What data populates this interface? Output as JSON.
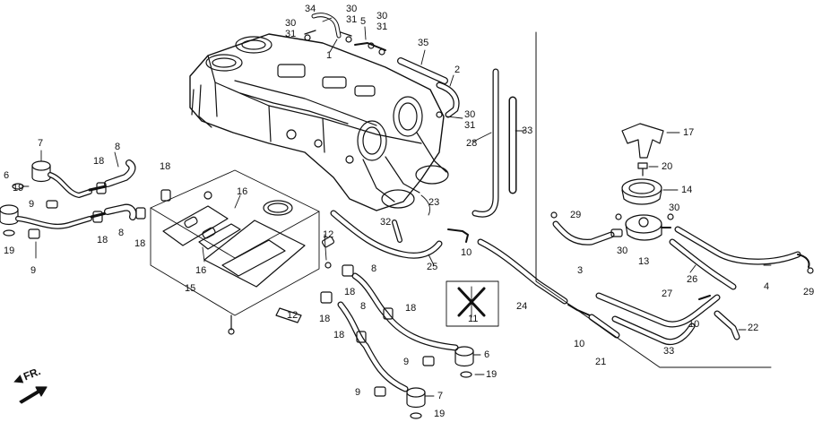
{
  "diagram": {
    "direction_label": "FR.",
    "ink_color": "#111111",
    "labels": [
      {
        "id": "l34",
        "text": "34"
      },
      {
        "id": "l30a",
        "text": "30"
      },
      {
        "id": "l31a",
        "text": "31"
      },
      {
        "id": "l30b",
        "text": "30"
      },
      {
        "id": "l31b",
        "text": "31"
      },
      {
        "id": "l5",
        "text": "5"
      },
      {
        "id": "l30c",
        "text": "30"
      },
      {
        "id": "l31c",
        "text": "31"
      },
      {
        "id": "l1",
        "text": "1"
      },
      {
        "id": "l35",
        "text": "35"
      },
      {
        "id": "l2",
        "text": "2"
      },
      {
        "id": "l30d",
        "text": "30"
      },
      {
        "id": "l31d",
        "text": "31"
      },
      {
        "id": "l28",
        "text": "28"
      },
      {
        "id": "l33a",
        "text": "33"
      },
      {
        "id": "l7a",
        "text": "7"
      },
      {
        "id": "l8a",
        "text": "8"
      },
      {
        "id": "l18a",
        "text": "18"
      },
      {
        "id": "l18b",
        "text": "18"
      },
      {
        "id": "l6a",
        "text": "6"
      },
      {
        "id": "l19a",
        "text": "19"
      },
      {
        "id": "l9a",
        "text": "9"
      },
      {
        "id": "l18c",
        "text": "18"
      },
      {
        "id": "l8b",
        "text": "8"
      },
      {
        "id": "l18d",
        "text": "18"
      },
      {
        "id": "l19b",
        "text": "19"
      },
      {
        "id": "l9b",
        "text": "9"
      },
      {
        "id": "l16a",
        "text": "16"
      },
      {
        "id": "l16b",
        "text": "16"
      },
      {
        "id": "l15",
        "text": "15"
      },
      {
        "id": "l12a",
        "text": "12"
      },
      {
        "id": "l12b",
        "text": "12"
      },
      {
        "id": "l23",
        "text": "23"
      },
      {
        "id": "l32",
        "text": "32"
      },
      {
        "id": "l25",
        "text": "25"
      },
      {
        "id": "l10a",
        "text": "10"
      },
      {
        "id": "l8c",
        "text": "8"
      },
      {
        "id": "l18e",
        "text": "18"
      },
      {
        "id": "l8d",
        "text": "8"
      },
      {
        "id": "l18f",
        "text": "18"
      },
      {
        "id": "l18g",
        "text": "18"
      },
      {
        "id": "l18h",
        "text": "18"
      },
      {
        "id": "l11",
        "text": "11"
      },
      {
        "id": "l24",
        "text": "24"
      },
      {
        "id": "l6b",
        "text": "6"
      },
      {
        "id": "l9c",
        "text": "9"
      },
      {
        "id": "l19c",
        "text": "19"
      },
      {
        "id": "l9d",
        "text": "9"
      },
      {
        "id": "l7b",
        "text": "7"
      },
      {
        "id": "l19d",
        "text": "19"
      },
      {
        "id": "l10b",
        "text": "10"
      },
      {
        "id": "l21",
        "text": "21"
      },
      {
        "id": "l3",
        "text": "3"
      },
      {
        "id": "l17",
        "text": "17"
      },
      {
        "id": "l20",
        "text": "20"
      },
      {
        "id": "l14",
        "text": "14"
      },
      {
        "id": "l29a",
        "text": "29"
      },
      {
        "id": "l30e",
        "text": "30"
      },
      {
        "id": "l30f",
        "text": "30"
      },
      {
        "id": "l13",
        "text": "13"
      },
      {
        "id": "l26",
        "text": "26"
      },
      {
        "id": "l4",
        "text": "4"
      },
      {
        "id": "l29b",
        "text": "29"
      },
      {
        "id": "l27",
        "text": "27"
      },
      {
        "id": "l10c",
        "text": "10"
      },
      {
        "id": "l22",
        "text": "22"
      },
      {
        "id": "l33b",
        "text": "33"
      }
    ]
  }
}
